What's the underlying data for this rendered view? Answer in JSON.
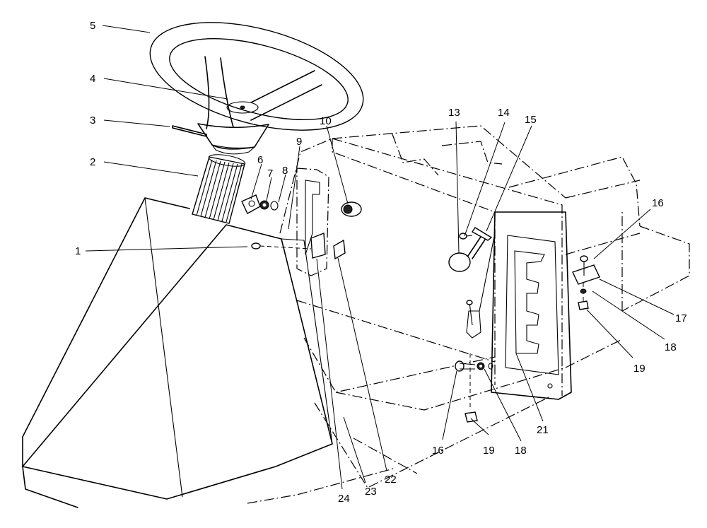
{
  "callouts": [
    {
      "id": "c1",
      "text": "1"
    },
    {
      "id": "c2",
      "text": "2"
    },
    {
      "id": "c3",
      "text": "3"
    },
    {
      "id": "c4",
      "text": "4"
    },
    {
      "id": "c5",
      "text": "5"
    },
    {
      "id": "c6",
      "text": "6"
    },
    {
      "id": "c7",
      "text": "7"
    },
    {
      "id": "c8",
      "text": "8"
    },
    {
      "id": "c9",
      "text": "9"
    },
    {
      "id": "c10",
      "text": "10"
    },
    {
      "id": "c13",
      "text": "13"
    },
    {
      "id": "c14",
      "text": "14"
    },
    {
      "id": "c15",
      "text": "15"
    },
    {
      "id": "c16a",
      "text": "16"
    },
    {
      "id": "c17",
      "text": "17"
    },
    {
      "id": "c18a",
      "text": "18"
    },
    {
      "id": "c19a",
      "text": "19"
    },
    {
      "id": "c16b",
      "text": "16"
    },
    {
      "id": "c19b",
      "text": "19"
    },
    {
      "id": "c18b",
      "text": "18"
    },
    {
      "id": "c21",
      "text": "21"
    },
    {
      "id": "c22",
      "text": "22"
    },
    {
      "id": "c23",
      "text": "23"
    },
    {
      "id": "c24",
      "text": "24"
    }
  ]
}
